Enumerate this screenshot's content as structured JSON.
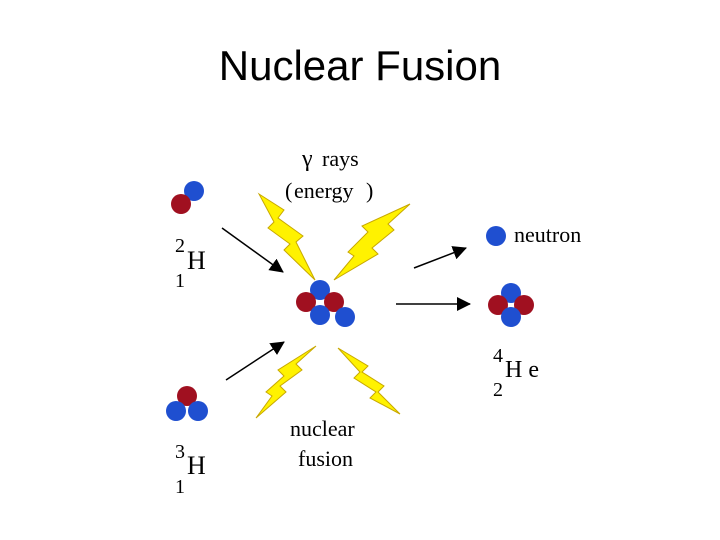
{
  "title": "Nuclear Fusion",
  "gamma": {
    "symbol": "γ",
    "word": "rays",
    "energy_open": "(",
    "energy_text": "energy",
    "energy_close": ")"
  },
  "deuterium": {
    "mass": "2",
    "symbol": "H",
    "atomic": "1"
  },
  "tritium": {
    "mass": "3",
    "symbol": "H",
    "atomic": "1"
  },
  "helium": {
    "mass": "4",
    "symbol": "He",
    "atomic": "2"
  },
  "neutron_label": "neutron",
  "fusion_label_1": "nuclear",
  "fusion_label_2": "fusion",
  "colors": {
    "proton": "#a01020",
    "neutron": "#1f4fd0",
    "lightning": "#fff200",
    "lightning_stroke": "#c8a800",
    "paren": "#c08020"
  }
}
